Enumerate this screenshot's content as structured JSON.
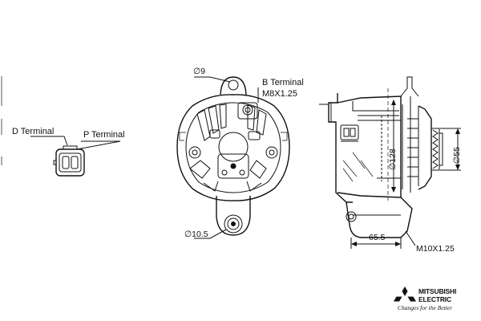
{
  "connector": {
    "d_terminal_label": "D Terminal",
    "p_terminal_label": "P Terminal"
  },
  "front_view": {
    "hole_top_label": "∅9",
    "b_terminal_label": "B Terminal",
    "b_terminal_thread": "M8X1.25",
    "hole_bottom_label": "∅10.5"
  },
  "side_view": {
    "body_diameter": "∅128",
    "pulley_diameter": "∅55",
    "mount_length": "65.5",
    "mount_thread": "M10X1.25"
  },
  "logo": {
    "brand_line1": "MITSUBISHI",
    "brand_line2": "ELECTRIC",
    "tagline": "Changes for the Better",
    "icon": "three-diamond-icon"
  }
}
